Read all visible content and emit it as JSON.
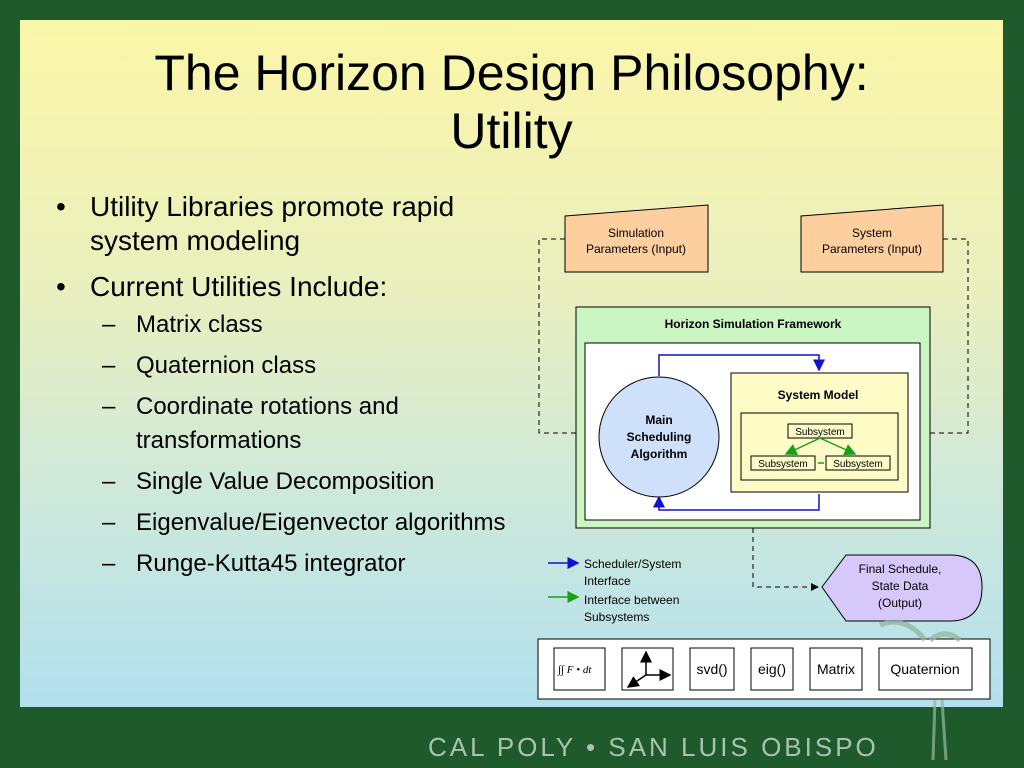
{
  "slide": {
    "title_line1": "The Horizon Design Philosophy:",
    "title_line2": "Utility",
    "bullets": [
      "Utility Libraries promote rapid system modeling",
      "Current Utilities Include:"
    ],
    "subbullets": [
      "Matrix class",
      "Quaternion class",
      "Coordinate rotations and transformations",
      "Single Value Decomposition",
      "Eigenvalue/Eigenvector algorithms",
      "Runge-Kutta45 integrator"
    ]
  },
  "diagram": {
    "sim_params": [
      "Simulation",
      "Parameters (Input)"
    ],
    "sys_params": [
      "System",
      "Parameters (Input)"
    ],
    "framework_title": "Horizon Simulation Framework",
    "main_algo": [
      "Main",
      "Scheduling",
      "Algorithm"
    ],
    "system_model": "System Model",
    "subsystem": "Subsystem",
    "output": [
      "Final Schedule,",
      "State Data",
      "(Output)"
    ],
    "legend": {
      "blue": [
        "Scheduler/System",
        "Interface"
      ],
      "green": [
        "Interface between",
        "Subsystems"
      ],
      "blue_color": "#1010d0",
      "green_color": "#18a018"
    },
    "utilities": {
      "integral": "∫∫ F • dt",
      "svd": "svd()",
      "eig": "eig()",
      "matrix": "Matrix",
      "quaternion": "Quaternion"
    }
  },
  "footer": "CAL POLY • SAN LUIS OBISPO",
  "colors": {
    "frame": "#1e5a2c",
    "input_box": "#fdcf9f",
    "framework_bg": "#ccf5c4",
    "system_model_bg": "#fdfbc6",
    "algo_circle": "#cfe0fb",
    "output_box": "#d6c8f8"
  }
}
